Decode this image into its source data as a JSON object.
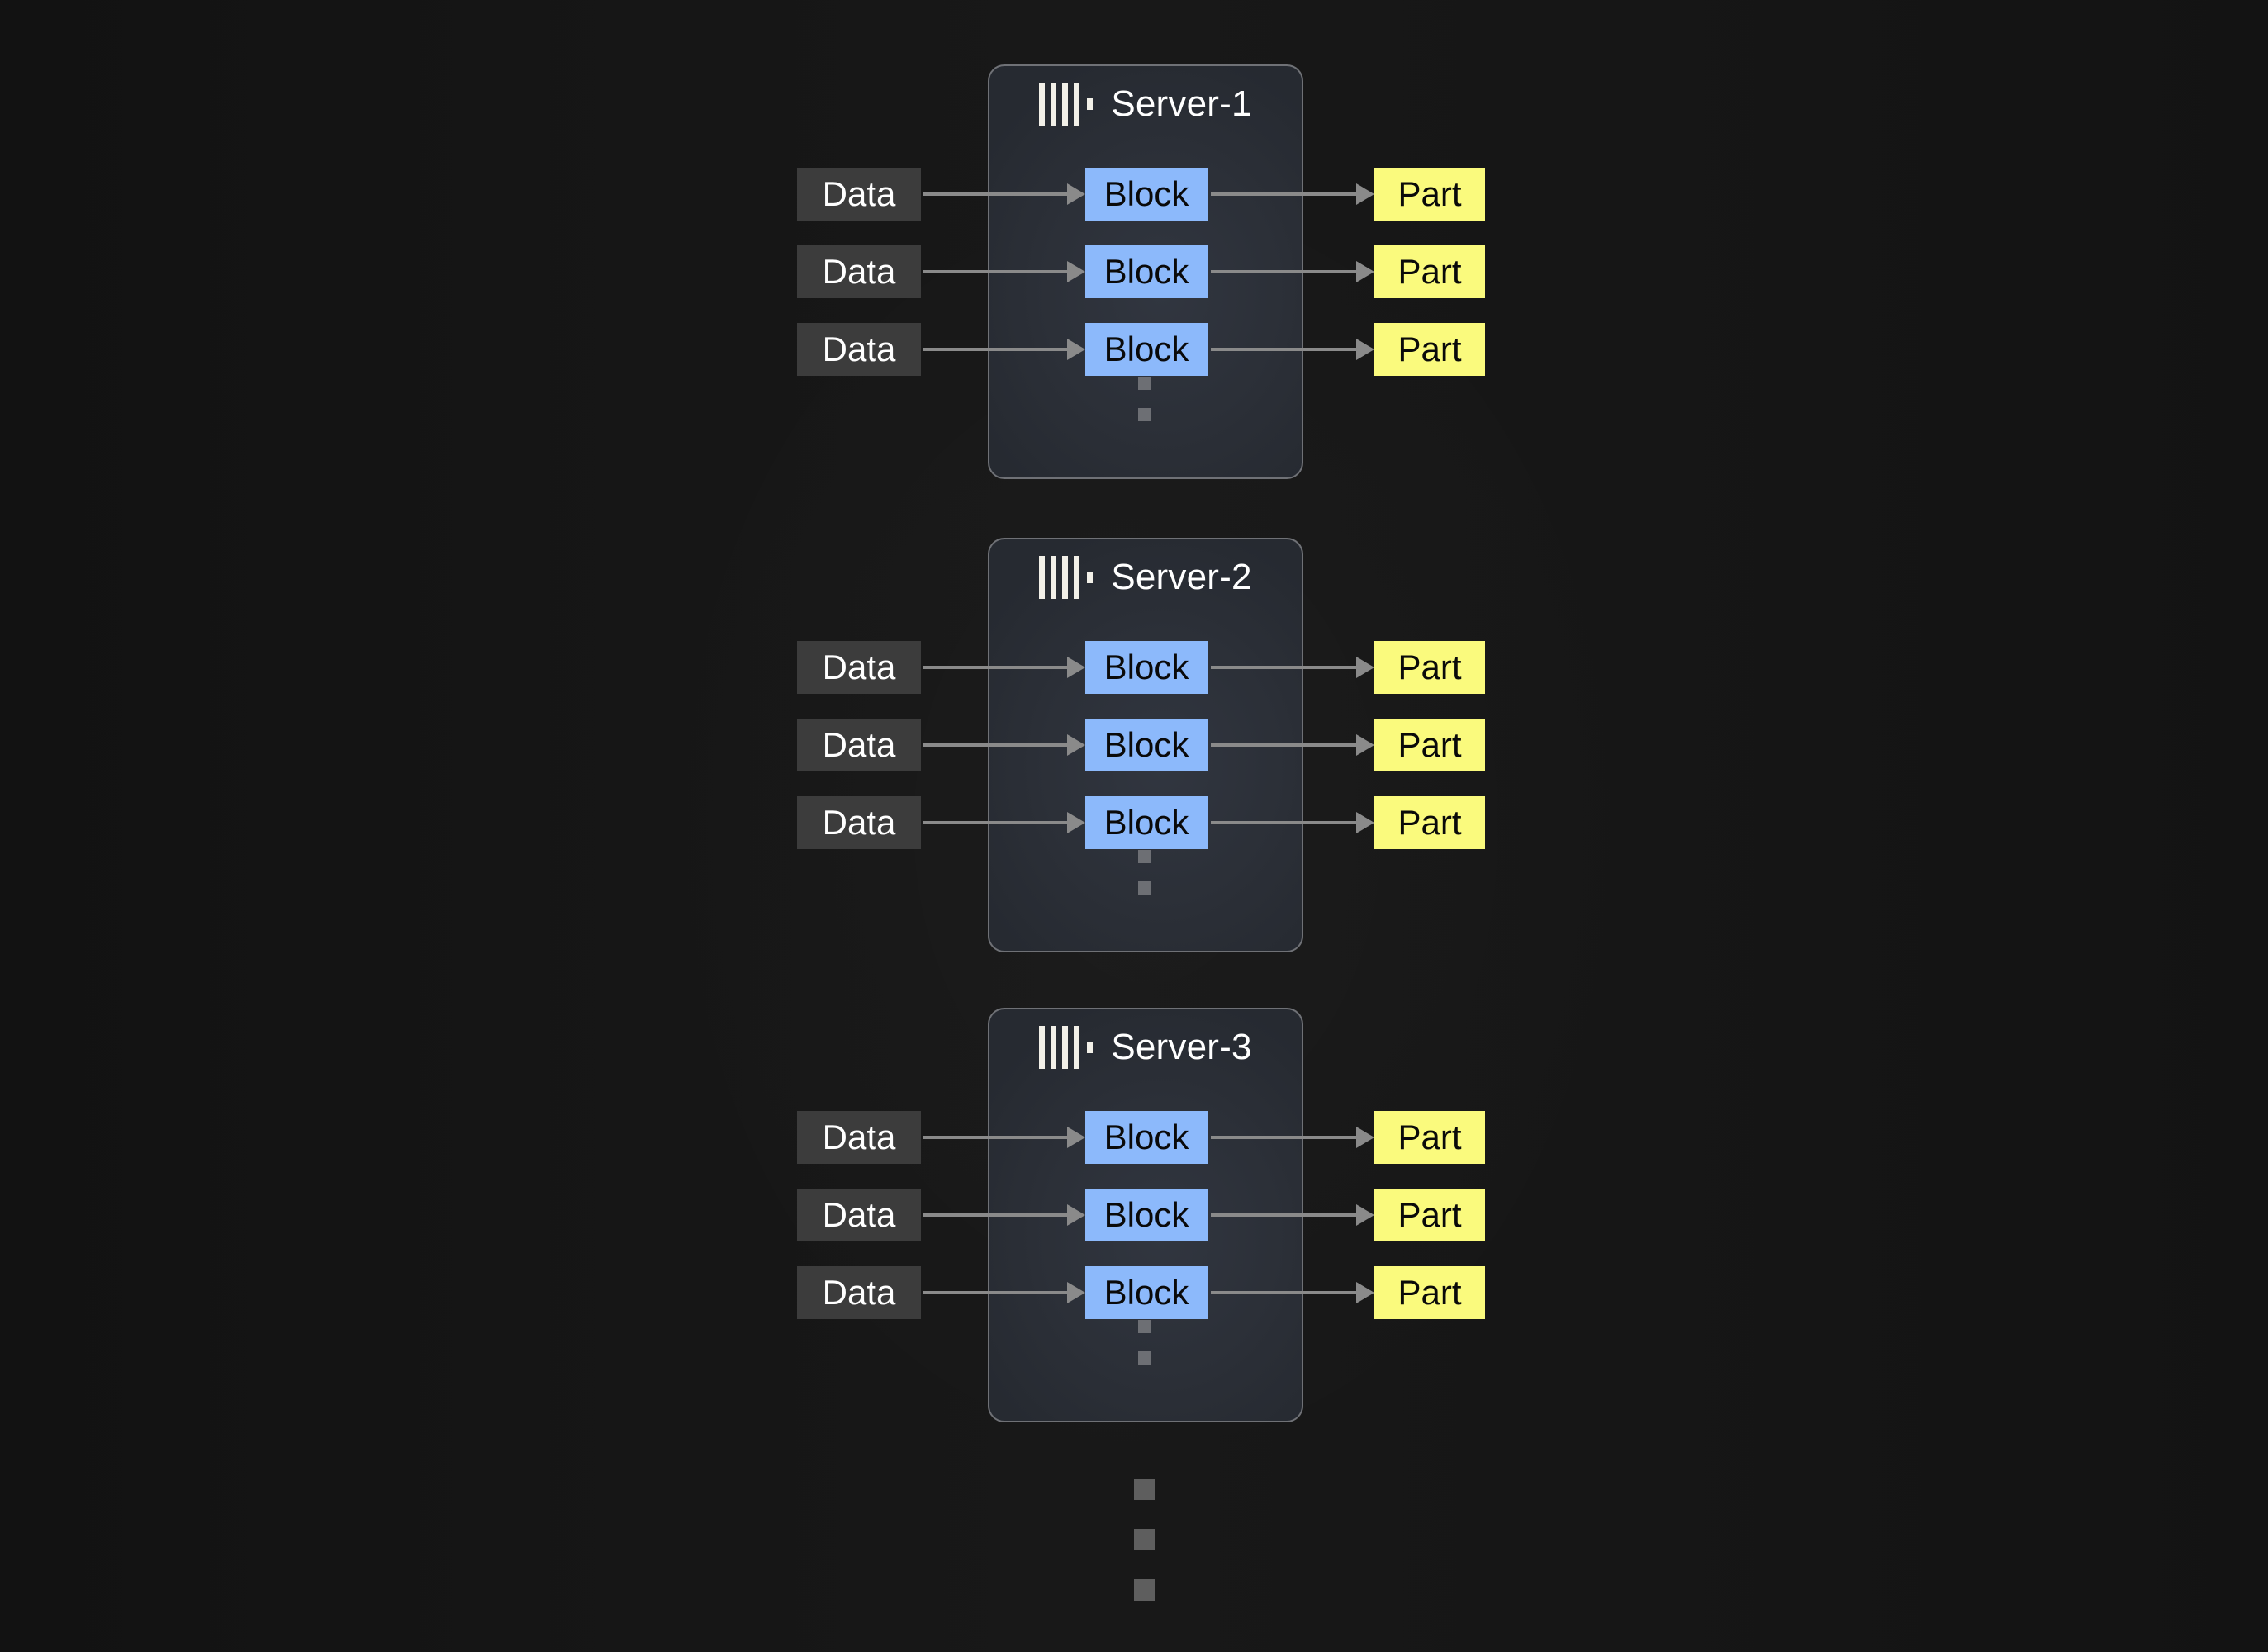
{
  "theme": {
    "background": "#161616",
    "server_box_fill": "#2e323a",
    "server_box_border": "#6f7176",
    "data_fill": "#3c3c3c",
    "data_text": "#ffffff",
    "block_fill": "#8cb9fb",
    "block_text": "#0a0a0a",
    "part_fill": "#fafa7d",
    "part_text": "#0a0a0a",
    "arrow_color": "#8a8a8a",
    "title_text": "#ffffff",
    "dot_color": "#6d6f74"
  },
  "diagram": {
    "type": "pipeline-diagram",
    "icons": {
      "server": "server-rack-icon"
    },
    "servers": [
      {
        "title": "Server-1",
        "rows": [
          {
            "input": "Data",
            "middle": "Block",
            "output": "Part"
          },
          {
            "input": "Data",
            "middle": "Block",
            "output": "Part"
          },
          {
            "input": "Data",
            "middle": "Block",
            "output": "Part"
          }
        ],
        "continuation": "⋮"
      },
      {
        "title": "Server-2",
        "rows": [
          {
            "input": "Data",
            "middle": "Block",
            "output": "Part"
          },
          {
            "input": "Data",
            "middle": "Block",
            "output": "Part"
          },
          {
            "input": "Data",
            "middle": "Block",
            "output": "Part"
          }
        ],
        "continuation": "⋮"
      },
      {
        "title": "Server-3",
        "rows": [
          {
            "input": "Data",
            "middle": "Block",
            "output": "Part"
          },
          {
            "input": "Data",
            "middle": "Block",
            "output": "Part"
          },
          {
            "input": "Data",
            "middle": "Block",
            "output": "Part"
          }
        ],
        "continuation": "⋮"
      }
    ],
    "bottom_continuation": "⋮"
  }
}
